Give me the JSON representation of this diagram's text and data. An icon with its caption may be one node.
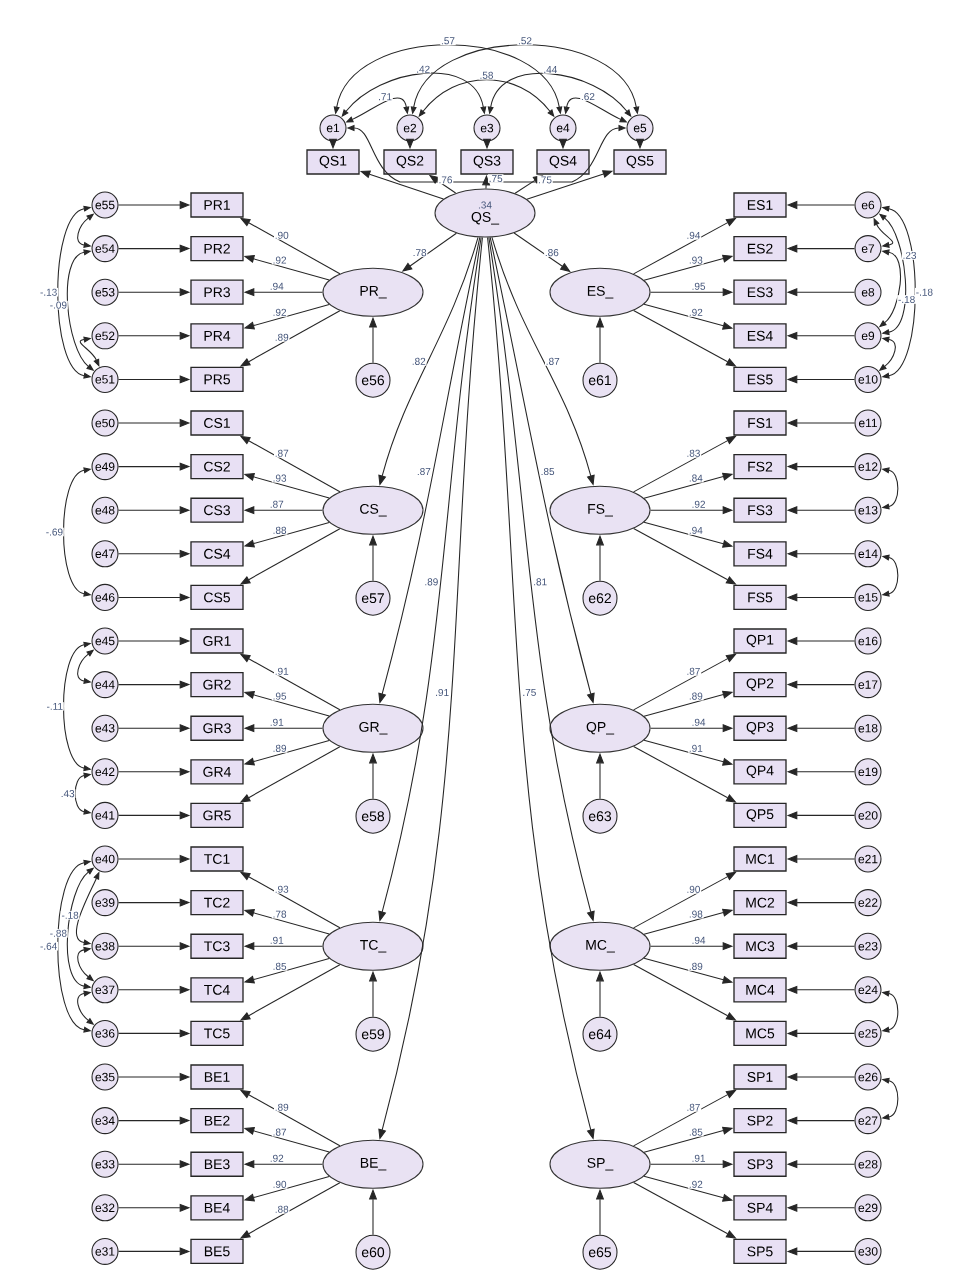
{
  "diagram": {
    "nodes": [
      {
        "text": [
          ".34",
          "QS_"
        ]
      },
      {
        "text": [
          "e1"
        ]
      },
      {
        "text": [
          "e2"
        ]
      },
      {
        "text": [
          "e3"
        ]
      },
      {
        "text": [
          "e4"
        ]
      },
      {
        "text": [
          "e5"
        ]
      },
      {
        "text": [
          "QS1"
        ]
      },
      {
        "text": [
          "QS2"
        ]
      },
      {
        "text": [
          "QS3"
        ]
      },
      {
        "text": [
          "QS4"
        ]
      },
      {
        "text": [
          "QS5"
        ]
      },
      {
        "text": [
          "PR_"
        ]
      },
      {
        "text": [
          "e56"
        ]
      },
      {
        "text": [
          "PR1"
        ]
      },
      {
        "text": [
          "PR2"
        ]
      },
      {
        "text": [
          "PR3"
        ]
      },
      {
        "text": [
          "PR4"
        ]
      },
      {
        "text": [
          "PR5"
        ]
      },
      {
        "text": [
          "e55"
        ]
      },
      {
        "text": [
          "e54"
        ]
      },
      {
        "text": [
          "e53"
        ]
      },
      {
        "text": [
          "e52"
        ]
      },
      {
        "text": [
          "e51"
        ]
      },
      {
        "text": [
          "CS_"
        ]
      },
      {
        "text": [
          "e57"
        ]
      },
      {
        "text": [
          "CS1"
        ]
      },
      {
        "text": [
          "CS2"
        ]
      },
      {
        "text": [
          "CS3"
        ]
      },
      {
        "text": [
          "CS4"
        ]
      },
      {
        "text": [
          "CS5"
        ]
      },
      {
        "text": [
          "e50"
        ]
      },
      {
        "text": [
          "e49"
        ]
      },
      {
        "text": [
          "e48"
        ]
      },
      {
        "text": [
          "e47"
        ]
      },
      {
        "text": [
          "e46"
        ]
      },
      {
        "text": [
          "GR_"
        ]
      },
      {
        "text": [
          "e58"
        ]
      },
      {
        "text": [
          "GR1"
        ]
      },
      {
        "text": [
          "GR2"
        ]
      },
      {
        "text": [
          "GR3"
        ]
      },
      {
        "text": [
          "GR4"
        ]
      },
      {
        "text": [
          "GR5"
        ]
      },
      {
        "text": [
          "e45"
        ]
      },
      {
        "text": [
          "e44"
        ]
      },
      {
        "text": [
          "e43"
        ]
      },
      {
        "text": [
          "e42"
        ]
      },
      {
        "text": [
          "e41"
        ]
      },
      {
        "text": [
          "TC_"
        ]
      },
      {
        "text": [
          "e59"
        ]
      },
      {
        "text": [
          "TC1"
        ]
      },
      {
        "text": [
          "TC2"
        ]
      },
      {
        "text": [
          "TC3"
        ]
      },
      {
        "text": [
          "TC4"
        ]
      },
      {
        "text": [
          "TC5"
        ]
      },
      {
        "text": [
          "e40"
        ]
      },
      {
        "text": [
          "e39"
        ]
      },
      {
        "text": [
          "e38"
        ]
      },
      {
        "text": [
          "e37"
        ]
      },
      {
        "text": [
          "e36"
        ]
      },
      {
        "text": [
          "BE_"
        ]
      },
      {
        "text": [
          "e60"
        ]
      },
      {
        "text": [
          "BE1"
        ]
      },
      {
        "text": [
          "BE2"
        ]
      },
      {
        "text": [
          "BE3"
        ]
      },
      {
        "text": [
          "BE4"
        ]
      },
      {
        "text": [
          "BE5"
        ]
      },
      {
        "text": [
          "e35"
        ]
      },
      {
        "text": [
          "e34"
        ]
      },
      {
        "text": [
          "e33"
        ]
      },
      {
        "text": [
          "e32"
        ]
      },
      {
        "text": [
          "e31"
        ]
      },
      {
        "text": [
          "ES_"
        ]
      },
      {
        "text": [
          "e61"
        ]
      },
      {
        "text": [
          "ES1"
        ]
      },
      {
        "text": [
          "ES2"
        ]
      },
      {
        "text": [
          "ES3"
        ]
      },
      {
        "text": [
          "ES4"
        ]
      },
      {
        "text": [
          "ES5"
        ]
      },
      {
        "text": [
          "e6"
        ]
      },
      {
        "text": [
          "e7"
        ]
      },
      {
        "text": [
          "e8"
        ]
      },
      {
        "text": [
          "e9"
        ]
      },
      {
        "text": [
          "e10"
        ]
      },
      {
        "text": [
          "FS_"
        ]
      },
      {
        "text": [
          "e62"
        ]
      },
      {
        "text": [
          "FS1"
        ]
      },
      {
        "text": [
          "FS2"
        ]
      },
      {
        "text": [
          "FS3"
        ]
      },
      {
        "text": [
          "FS4"
        ]
      },
      {
        "text": [
          "FS5"
        ]
      },
      {
        "text": [
          "e11"
        ]
      },
      {
        "text": [
          "e12"
        ]
      },
      {
        "text": [
          "e13"
        ]
      },
      {
        "text": [
          "e14"
        ]
      },
      {
        "text": [
          "e15"
        ]
      },
      {
        "text": [
          "QP_"
        ]
      },
      {
        "text": [
          "e63"
        ]
      },
      {
        "text": [
          "QP1"
        ]
      },
      {
        "text": [
          "QP2"
        ]
      },
      {
        "text": [
          "QP3"
        ]
      },
      {
        "text": [
          "QP4"
        ]
      },
      {
        "text": [
          "QP5"
        ]
      },
      {
        "text": [
          "e16"
        ]
      },
      {
        "text": [
          "e17"
        ]
      },
      {
        "text": [
          "e18"
        ]
      },
      {
        "text": [
          "e19"
        ]
      },
      {
        "text": [
          "e20"
        ]
      },
      {
        "text": [
          "MC_"
        ]
      },
      {
        "text": [
          "e64"
        ]
      },
      {
        "text": [
          "MC1"
        ]
      },
      {
        "text": [
          "MC2"
        ]
      },
      {
        "text": [
          "MC3"
        ]
      },
      {
        "text": [
          "MC4"
        ]
      },
      {
        "text": [
          "MC5"
        ]
      },
      {
        "text": [
          "e21"
        ]
      },
      {
        "text": [
          "e22"
        ]
      },
      {
        "text": [
          "e23"
        ]
      },
      {
        "text": [
          "e24"
        ]
      },
      {
        "text": [
          "e25"
        ]
      },
      {
        "text": [
          "SP_"
        ]
      },
      {
        "text": [
          "e65"
        ]
      },
      {
        "text": [
          "SP1"
        ]
      },
      {
        "text": [
          "SP2"
        ]
      },
      {
        "text": [
          "SP3"
        ]
      },
      {
        "text": [
          "SP4"
        ]
      },
      {
        "text": [
          "SP5"
        ]
      },
      {
        "text": [
          "e26"
        ]
      },
      {
        "text": [
          "e27"
        ]
      },
      {
        "text": [
          "e28"
        ]
      },
      {
        "text": [
          "e29"
        ]
      },
      {
        "text": [
          "e30"
        ]
      }
    ],
    "edges": [
      {
        "from": 0,
        "to": 6,
        "arrow": "to"
      },
      {
        "from": 0,
        "to": 7,
        "arrow": "to",
        "label": ".76"
      },
      {
        "from": 0,
        "to": 8,
        "arrow": "to",
        "label": ".75"
      },
      {
        "from": 0,
        "to": 9,
        "arrow": "to",
        "label": ".75"
      },
      {
        "from": 0,
        "to": 10,
        "arrow": "to"
      },
      {
        "from": 1,
        "to": 6,
        "arrow": "to"
      },
      {
        "from": 2,
        "to": 7,
        "arrow": "to"
      },
      {
        "from": 3,
        "to": 8,
        "arrow": "to"
      },
      {
        "from": 4,
        "to": 9,
        "arrow": "to"
      },
      {
        "from": 5,
        "to": 10,
        "arrow": "to"
      },
      {
        "from": 1,
        "to": 2,
        "arrow": "both",
        "label": ".71"
      },
      {
        "from": 1,
        "to": 3,
        "arrow": "both",
        "label": ".42"
      },
      {
        "from": 1,
        "to": 4,
        "arrow": "both",
        "label": ".57"
      },
      {
        "from": 2,
        "to": 4,
        "arrow": "both",
        "label": ".58"
      },
      {
        "from": 2,
        "to": 5,
        "arrow": "both",
        "label": ".52"
      },
      {
        "from": 3,
        "to": 5,
        "arrow": "both",
        "label": ".44"
      },
      {
        "from": 4,
        "to": 5,
        "arrow": "both",
        "label": ".62"
      },
      {
        "from": 1,
        "to": 5,
        "arrow": "both"
      },
      {
        "from": 0,
        "to": 11,
        "arrow": "to",
        "label": ".78"
      },
      {
        "from": 12,
        "to": 11,
        "arrow": "to"
      },
      {
        "from": 11,
        "to": 13,
        "arrow": "to",
        "label": ".90"
      },
      {
        "from": 11,
        "to": 14,
        "arrow": "to",
        "label": ".92"
      },
      {
        "from": 11,
        "to": 15,
        "arrow": "to",
        "label": ".94"
      },
      {
        "from": 11,
        "to": 16,
        "arrow": "to",
        "label": ".92"
      },
      {
        "from": 11,
        "to": 17,
        "arrow": "to",
        "label": ".89"
      },
      {
        "from": 18,
        "to": 13,
        "arrow": "to"
      },
      {
        "from": 19,
        "to": 14,
        "arrow": "to"
      },
      {
        "from": 20,
        "to": 15,
        "arrow": "to"
      },
      {
        "from": 21,
        "to": 16,
        "arrow": "to"
      },
      {
        "from": 22,
        "to": 17,
        "arrow": "to"
      },
      {
        "from": 18,
        "to": 19,
        "arrow": "both"
      },
      {
        "from": 18,
        "to": 22,
        "arrow": "both",
        "label": "-.13"
      },
      {
        "from": 19,
        "to": 22,
        "arrow": "both",
        "label": "-.09"
      },
      {
        "from": 21,
        "to": 22,
        "arrow": "both"
      },
      {
        "from": 0,
        "to": 23,
        "arrow": "to",
        "label": ".82"
      },
      {
        "from": 24,
        "to": 23,
        "arrow": "to"
      },
      {
        "from": 23,
        "to": 25,
        "arrow": "to",
        "label": ".87"
      },
      {
        "from": 23,
        "to": 26,
        "arrow": "to",
        "label": ".93"
      },
      {
        "from": 23,
        "to": 27,
        "arrow": "to",
        "label": ".87"
      },
      {
        "from": 23,
        "to": 28,
        "arrow": "to",
        "label": ".88"
      },
      {
        "from": 23,
        "to": 29,
        "arrow": "to"
      },
      {
        "from": 30,
        "to": 25,
        "arrow": "to"
      },
      {
        "from": 31,
        "to": 26,
        "arrow": "to"
      },
      {
        "from": 32,
        "to": 27,
        "arrow": "to"
      },
      {
        "from": 33,
        "to": 28,
        "arrow": "to"
      },
      {
        "from": 34,
        "to": 29,
        "arrow": "to"
      },
      {
        "from": 31,
        "to": 34,
        "arrow": "both",
        "label": "-.69"
      },
      {
        "from": 0,
        "to": 35,
        "arrow": "to",
        "label": ".87"
      },
      {
        "from": 36,
        "to": 35,
        "arrow": "to"
      },
      {
        "from": 35,
        "to": 37,
        "arrow": "to",
        "label": ".91"
      },
      {
        "from": 35,
        "to": 38,
        "arrow": "to",
        "label": ".95"
      },
      {
        "from": 35,
        "to": 39,
        "arrow": "to",
        "label": ".91"
      },
      {
        "from": 35,
        "to": 40,
        "arrow": "to",
        "label": ".89"
      },
      {
        "from": 35,
        "to": 41,
        "arrow": "to"
      },
      {
        "from": 42,
        "to": 37,
        "arrow": "to"
      },
      {
        "from": 43,
        "to": 38,
        "arrow": "to"
      },
      {
        "from": 44,
        "to": 39,
        "arrow": "to"
      },
      {
        "from": 45,
        "to": 40,
        "arrow": "to"
      },
      {
        "from": 46,
        "to": 41,
        "arrow": "to"
      },
      {
        "from": 42,
        "to": 43,
        "arrow": "both"
      },
      {
        "from": 42,
        "to": 45,
        "arrow": "both",
        "label": "-.11"
      },
      {
        "from": 45,
        "to": 46,
        "arrow": "both",
        "label": ".43"
      },
      {
        "from": 0,
        "to": 47,
        "arrow": "to",
        "label": ".89"
      },
      {
        "from": 48,
        "to": 47,
        "arrow": "to"
      },
      {
        "from": 47,
        "to": 49,
        "arrow": "to",
        "label": ".93"
      },
      {
        "from": 47,
        "to": 50,
        "arrow": "to",
        "label": ".78"
      },
      {
        "from": 47,
        "to": 51,
        "arrow": "to",
        "label": ".91"
      },
      {
        "from": 47,
        "to": 52,
        "arrow": "to",
        "label": ".85"
      },
      {
        "from": 47,
        "to": 53,
        "arrow": "to"
      },
      {
        "from": 54,
        "to": 49,
        "arrow": "to"
      },
      {
        "from": 55,
        "to": 50,
        "arrow": "to"
      },
      {
        "from": 56,
        "to": 51,
        "arrow": "to"
      },
      {
        "from": 57,
        "to": 52,
        "arrow": "to"
      },
      {
        "from": 58,
        "to": 53,
        "arrow": "to"
      },
      {
        "from": 54,
        "to": 56,
        "arrow": "both",
        "label": "-.18"
      },
      {
        "from": 54,
        "to": 57,
        "arrow": "both",
        "label": "-.88"
      },
      {
        "from": 54,
        "to": 58,
        "arrow": "both",
        "label": "-.64"
      },
      {
        "from": 56,
        "to": 57,
        "arrow": "both"
      },
      {
        "from": 57,
        "to": 58,
        "arrow": "both"
      },
      {
        "from": 0,
        "to": 59,
        "arrow": "to",
        "label": ".91"
      },
      {
        "from": 60,
        "to": 59,
        "arrow": "to"
      },
      {
        "from": 59,
        "to": 61,
        "arrow": "to",
        "label": ".89"
      },
      {
        "from": 59,
        "to": 62,
        "arrow": "to",
        "label": ".87"
      },
      {
        "from": 59,
        "to": 63,
        "arrow": "to",
        "label": ".92"
      },
      {
        "from": 59,
        "to": 64,
        "arrow": "to",
        "label": ".90"
      },
      {
        "from": 59,
        "to": 65,
        "arrow": "to",
        "label": ".88"
      },
      {
        "from": 66,
        "to": 61,
        "arrow": "to"
      },
      {
        "from": 67,
        "to": 62,
        "arrow": "to"
      },
      {
        "from": 68,
        "to": 63,
        "arrow": "to"
      },
      {
        "from": 69,
        "to": 64,
        "arrow": "to"
      },
      {
        "from": 70,
        "to": 65,
        "arrow": "to"
      },
      {
        "from": 0,
        "to": 71,
        "arrow": "to",
        "label": ".86"
      },
      {
        "from": 72,
        "to": 71,
        "arrow": "to"
      },
      {
        "from": 71,
        "to": 73,
        "arrow": "to",
        "label": ".94"
      },
      {
        "from": 71,
        "to": 74,
        "arrow": "to",
        "label": ".93"
      },
      {
        "from": 71,
        "to": 75,
        "arrow": "to",
        "label": ".95"
      },
      {
        "from": 71,
        "to": 76,
        "arrow": "to",
        "label": ".92"
      },
      {
        "from": 71,
        "to": 77,
        "arrow": "to"
      },
      {
        "from": 78,
        "to": 73,
        "arrow": "to"
      },
      {
        "from": 79,
        "to": 74,
        "arrow": "to"
      },
      {
        "from": 80,
        "to": 75,
        "arrow": "to"
      },
      {
        "from": 81,
        "to": 76,
        "arrow": "to"
      },
      {
        "from": 82,
        "to": 77,
        "arrow": "to"
      },
      {
        "from": 78,
        "to": 79,
        "arrow": "both"
      },
      {
        "from": 78,
        "to": 81,
        "arrow": "both",
        "label": ".23"
      },
      {
        "from": 79,
        "to": 81,
        "arrow": "both",
        "label": "-.18"
      },
      {
        "from": 78,
        "to": 82,
        "arrow": "both",
        "label": "-.18"
      },
      {
        "from": 81,
        "to": 82,
        "arrow": "both"
      },
      {
        "from": 0,
        "to": 83,
        "arrow": "to",
        "label": ".87"
      },
      {
        "from": 84,
        "to": 83,
        "arrow": "to"
      },
      {
        "from": 83,
        "to": 85,
        "arrow": "to",
        "label": ".83"
      },
      {
        "from": 83,
        "to": 86,
        "arrow": "to",
        "label": ".84"
      },
      {
        "from": 83,
        "to": 87,
        "arrow": "to",
        "label": ".92"
      },
      {
        "from": 83,
        "to": 88,
        "arrow": "to",
        "label": ".94"
      },
      {
        "from": 83,
        "to": 89,
        "arrow": "to"
      },
      {
        "from": 90,
        "to": 85,
        "arrow": "to"
      },
      {
        "from": 91,
        "to": 86,
        "arrow": "to"
      },
      {
        "from": 92,
        "to": 87,
        "arrow": "to"
      },
      {
        "from": 93,
        "to": 88,
        "arrow": "to"
      },
      {
        "from": 94,
        "to": 89,
        "arrow": "to"
      },
      {
        "from": 91,
        "to": 92,
        "arrow": "both"
      },
      {
        "from": 93,
        "to": 94,
        "arrow": "both"
      },
      {
        "from": 0,
        "to": 95,
        "arrow": "to",
        "label": ".85"
      },
      {
        "from": 96,
        "to": 95,
        "arrow": "to"
      },
      {
        "from": 95,
        "to": 97,
        "arrow": "to",
        "label": ".87"
      },
      {
        "from": 95,
        "to": 98,
        "arrow": "to",
        "label": ".89"
      },
      {
        "from": 95,
        "to": 99,
        "arrow": "to",
        "label": ".94"
      },
      {
        "from": 95,
        "to": 100,
        "arrow": "to",
        "label": ".91"
      },
      {
        "from": 95,
        "to": 101,
        "arrow": "to"
      },
      {
        "from": 102,
        "to": 97,
        "arrow": "to"
      },
      {
        "from": 103,
        "to": 98,
        "arrow": "to"
      },
      {
        "from": 104,
        "to": 99,
        "arrow": "to"
      },
      {
        "from": 105,
        "to": 100,
        "arrow": "to"
      },
      {
        "from": 106,
        "to": 101,
        "arrow": "to"
      },
      {
        "from": 0,
        "to": 107,
        "arrow": "to",
        "label": ".81"
      },
      {
        "from": 108,
        "to": 107,
        "arrow": "to"
      },
      {
        "from": 107,
        "to": 109,
        "arrow": "to",
        "label": ".90"
      },
      {
        "from": 107,
        "to": 110,
        "arrow": "to",
        "label": ".98"
      },
      {
        "from": 107,
        "to": 111,
        "arrow": "to",
        "label": ".94"
      },
      {
        "from": 107,
        "to": 112,
        "arrow": "to",
        "label": ".89"
      },
      {
        "from": 107,
        "to": 113,
        "arrow": "to"
      },
      {
        "from": 114,
        "to": 109,
        "arrow": "to"
      },
      {
        "from": 115,
        "to": 110,
        "arrow": "to"
      },
      {
        "from": 116,
        "to": 111,
        "arrow": "to"
      },
      {
        "from": 117,
        "to": 112,
        "arrow": "to"
      },
      {
        "from": 118,
        "to": 113,
        "arrow": "to"
      },
      {
        "from": 117,
        "to": 118,
        "arrow": "both"
      },
      {
        "from": 0,
        "to": 119,
        "arrow": "to",
        "label": ".75"
      },
      {
        "from": 120,
        "to": 119,
        "arrow": "to"
      },
      {
        "from": 119,
        "to": 121,
        "arrow": "to",
        "label": ".87"
      },
      {
        "from": 119,
        "to": 122,
        "arrow": "to",
        "label": ".85"
      },
      {
        "from": 119,
        "to": 123,
        "arrow": "to",
        "label": ".91"
      },
      {
        "from": 119,
        "to": 124,
        "arrow": "to",
        "label": ".92"
      },
      {
        "from": 119,
        "to": 125,
        "arrow": "to"
      },
      {
        "from": 126,
        "to": 121,
        "arrow": "to"
      },
      {
        "from": 127,
        "to": 122,
        "arrow": "to"
      },
      {
        "from": 128,
        "to": 123,
        "arrow": "to"
      },
      {
        "from": 129,
        "to": 124,
        "arrow": "to"
      },
      {
        "from": 130,
        "to": 125,
        "arrow": "to"
      },
      {
        "from": 126,
        "to": 127,
        "arrow": "both"
      }
    ]
  }
}
